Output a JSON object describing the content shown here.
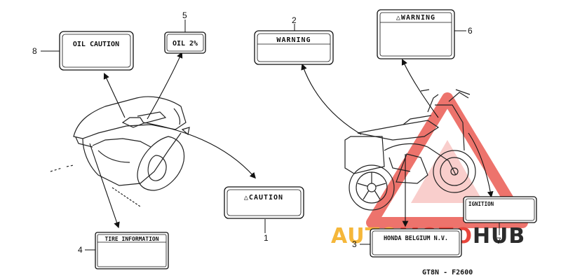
{
  "labels": [
    {
      "id": "1",
      "text": "△CAUTION"
    },
    {
      "id": "2",
      "text": "WARNING"
    },
    {
      "id": "3",
      "text": "HONDA BELGIUM N.V."
    },
    {
      "id": "4",
      "text": "TIRE INFORMATION"
    },
    {
      "id": "5",
      "text": "OIL 2%"
    },
    {
      "id": "6",
      "text": "△WARNING"
    },
    {
      "id": "7",
      "text": "IGNITION"
    },
    {
      "id": "8",
      "text": "OIL CAUTION"
    }
  ],
  "diagram_code": "GT8N - F2600",
  "watermark": {
    "part1": "AUTO",
    "part2": "MOTO",
    "part3": "HUB",
    "color_auto": "#f5b73a",
    "color_moto": "#e8453c",
    "color_hub": "#2b2b2b"
  }
}
